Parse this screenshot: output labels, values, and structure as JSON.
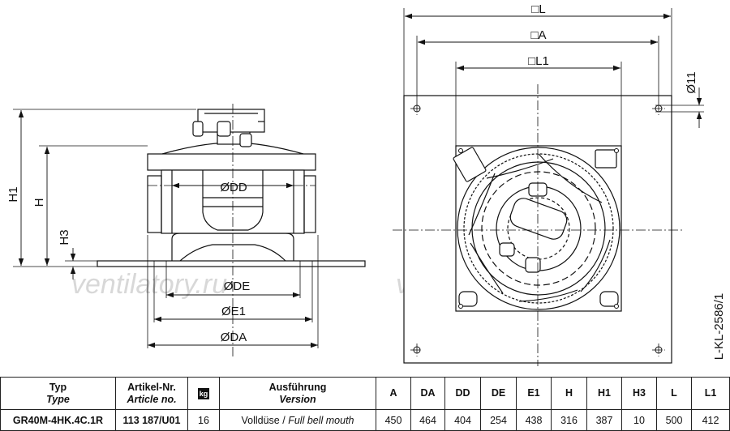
{
  "dimension_labels": {
    "L": "□L",
    "A": "□A",
    "L1": "□L1",
    "hole": "Ø11",
    "H1": "H1",
    "H": "H",
    "H3": "H3",
    "DD": "ØDD",
    "DE": "ØDE",
    "E1": "ØE1",
    "DA": "ØDA"
  },
  "drawing_code": "L-KL-2586/1",
  "watermark": "ventilatory.ru",
  "table": {
    "headers": {
      "typ_de": "Typ",
      "typ_en": "Type",
      "art_de": "Artikel-Nr.",
      "art_en": "Article no.",
      "kg": "kg",
      "version_de": "Ausführung",
      "version_en": "Version",
      "A": "A",
      "DA": "DA",
      "DD": "DD",
      "DE": "DE",
      "E1": "E1",
      "H": "H",
      "H1": "H1",
      "H3": "H3",
      "L": "L",
      "L1": "L1"
    },
    "row": {
      "type": "GR40M-4HK.4C.1R",
      "article": "113 187/U01",
      "weight": "16",
      "version_de": "Volldüse /",
      "version_en": "Full bell mouth",
      "A": "450",
      "DA": "464",
      "DD": "404",
      "DE": "254",
      "E1": "438",
      "H": "316",
      "H1": "387",
      "H3": "10",
      "L": "500",
      "L1": "412"
    }
  }
}
